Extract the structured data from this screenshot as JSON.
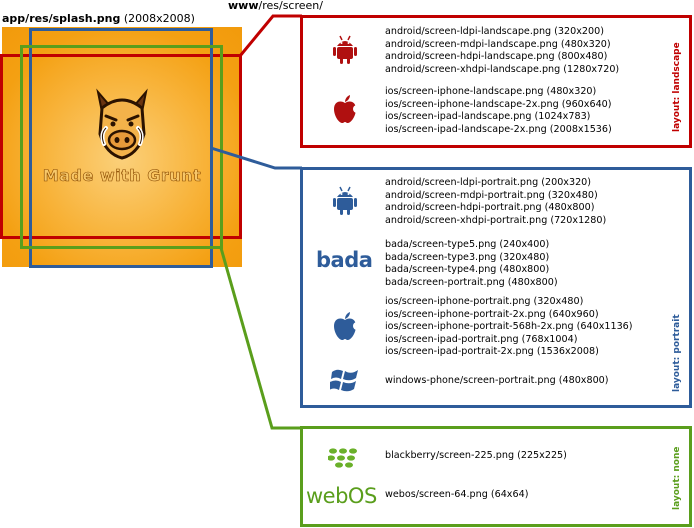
{
  "source": {
    "path": "app/res/splash.png",
    "size": "(2008x2008)",
    "caption": "Made with Grunt"
  },
  "destination": {
    "path_bold": "www",
    "path_rest": "/res/screen/"
  },
  "colors": {
    "landscape": "#c00000",
    "portrait": "#2e5c9a",
    "none": "#5a9e1c",
    "splash": "#f4a012"
  },
  "groups": {
    "landscape": {
      "label": "layout: landscape",
      "sections": [
        {
          "icon": "android-icon",
          "files": [
            "android/screen-ldpi-landscape.png (320x200)",
            "android/screen-mdpi-landscape.png (480x320)",
            "android/screen-hdpi-landscape.png (800x480)",
            "android/screen-xhdpi-landscape.png (1280x720)"
          ]
        },
        {
          "icon": "apple-icon",
          "files": [
            "ios/screen-iphone-landscape.png (480x320)",
            "ios/screen-iphone-landscape-2x.png (960x640)",
            "ios/screen-ipad-landscape.png (1024x783)",
            "ios/screen-ipad-landscape-2x.png (2008x1536)"
          ]
        }
      ]
    },
    "portrait": {
      "label": "layout: portrait",
      "sections": [
        {
          "icon": "android-icon",
          "files": [
            "android/screen-ldpi-portrait.png (200x320)",
            "android/screen-mdpi-portrait.png (320x480)",
            "android/screen-hdpi-portrait.png (480x800)",
            "android/screen-xhdpi-portrait.png (720x1280)"
          ]
        },
        {
          "icon": "bada-logo",
          "logo_text": "bada",
          "files": [
            "bada/screen-type5.png (240x400)",
            "bada/screen-type3.png (320x480)",
            "bada/screen-type4.png (480x800)",
            "bada/screen-portrait.png (480x800)"
          ]
        },
        {
          "icon": "apple-icon",
          "files": [
            "ios/screen-iphone-portrait.png (320x480)",
            "ios/screen-iphone-portrait-2x.png (640x960)",
            "ios/screen-iphone-portrait-568h-2x.png (640x1136)",
            "ios/screen-ipad-portrait.png (768x1004)",
            "ios/screen-ipad-portrait-2x.png (1536x2008)"
          ]
        },
        {
          "icon": "windows-icon",
          "files": [
            "windows-phone/screen-portrait.png (480x800)"
          ]
        }
      ]
    },
    "none": {
      "label": "layout: none",
      "sections": [
        {
          "icon": "blackberry-icon",
          "files": [
            "blackberry/screen-225.png (225x225)"
          ]
        },
        {
          "icon": "webos-logo",
          "logo_text": "webOS",
          "files": [
            "webos/screen-64.png (64x64)"
          ]
        }
      ]
    }
  }
}
